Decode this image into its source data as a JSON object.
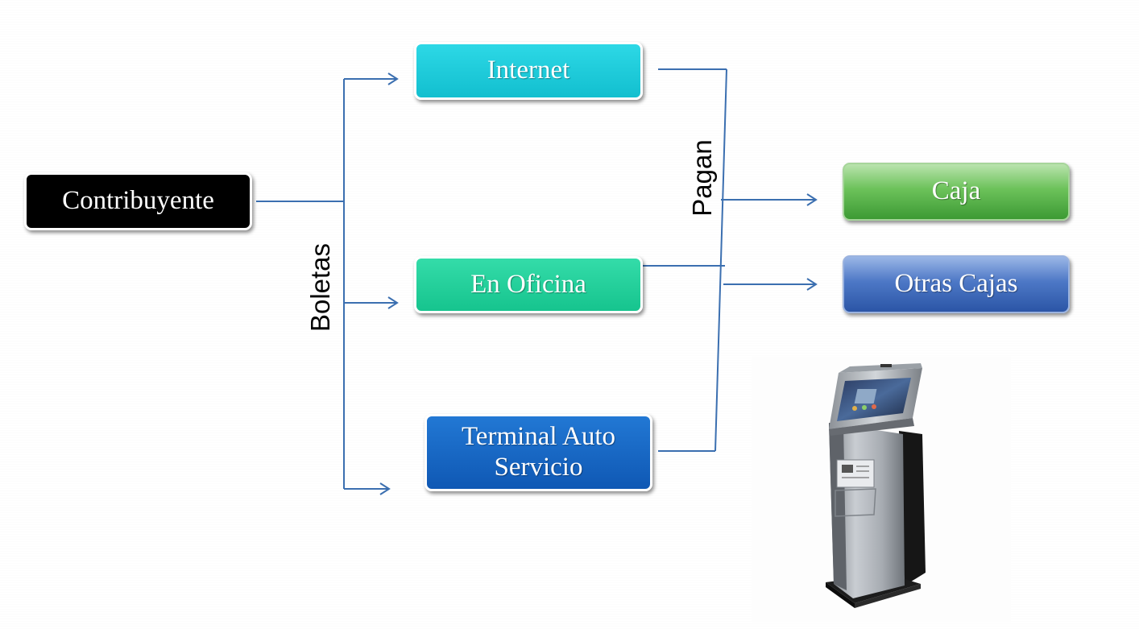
{
  "nodes": {
    "contribuyente": "Contribuyente",
    "internet": "Internet",
    "oficina": "En Oficina",
    "terminal_line1": "Terminal Auto",
    "terminal_line2": "Servicio",
    "caja": "Caja",
    "otras_cajas": "Otras Cajas"
  },
  "edge_labels": {
    "boletas": "Boletas",
    "pagan": "Pagan"
  },
  "image": {
    "kiosk": "self-service-kiosk-illustration"
  },
  "colors": {
    "contribuyente": "#000000",
    "internet": "#1cc9d8",
    "oficina": "#22cf9a",
    "terminal": "#1666c6",
    "caja": "#5cb84a",
    "otras_cajas": "#3f69b8",
    "connector": "#3b6fb0"
  }
}
